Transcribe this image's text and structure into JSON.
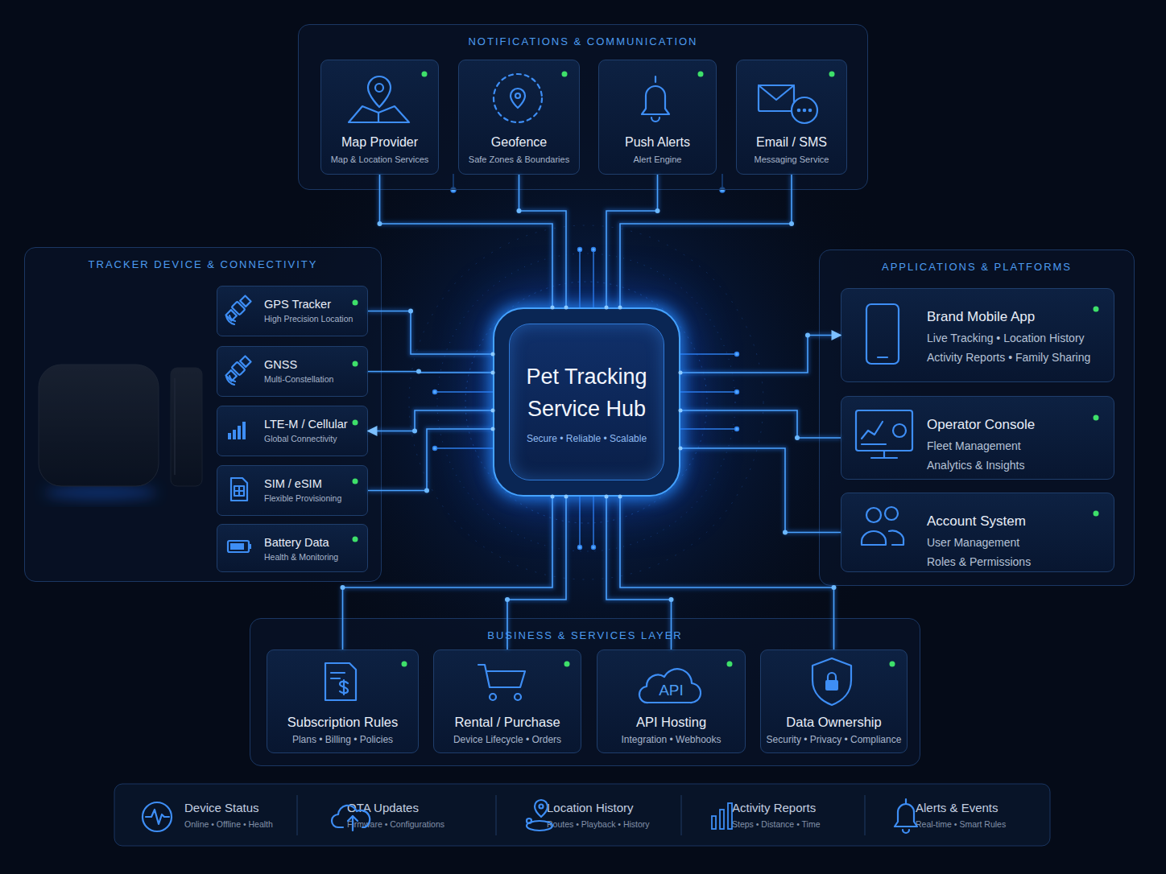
{
  "diagram": {
    "nodes": [
      {
        "text": [
          "NOTIFICATIONS & COMMUNICATION"
        ]
      },
      {
        "text": [
          "Map Provider",
          "Map & Location Services"
        ],
        "in": 0
      },
      {
        "text": [
          "Geofence",
          "Safe Zones & Boundaries"
        ],
        "in": 0
      },
      {
        "text": [
          "Push Alerts",
          "Alert Engine"
        ],
        "in": 0
      },
      {
        "text": [
          "Email / SMS",
          "Messaging Service"
        ],
        "in": 0
      },
      {
        "text": [
          "TRACKER DEVICE & CONNECTIVITY"
        ]
      },
      {
        "text": [
          "GPS Tracker",
          "High Precision Location"
        ],
        "in": 5
      },
      {
        "text": [
          "GNSS",
          "Multi-Constellation"
        ],
        "in": 5
      },
      {
        "text": [
          "LTE-M / Cellular",
          "Global Connectivity"
        ],
        "in": 5
      },
      {
        "text": [
          "SIM / eSIM",
          "Flexible Provisioning"
        ],
        "in": 5
      },
      {
        "text": [
          "Battery Data",
          "Health & Monitoring"
        ],
        "in": 5
      },
      {
        "text": [
          "Pet Tracking Service Hub",
          "Secure • Reliable • Scalable"
        ]
      },
      {
        "text": [
          "APPLICATIONS & PLATFORMS"
        ]
      },
      {
        "text": [
          "Brand Mobile App",
          "Live Tracking • Location History Activity Reports • Family Sharing"
        ],
        "in": 12
      },
      {
        "text": [
          "Operator Console",
          "Fleet Management Analytics & Insights"
        ],
        "in": 12
      },
      {
        "text": [
          "Account System",
          "User Management Roles & Permissions"
        ],
        "in": 12
      },
      {
        "text": [
          "BUSINESS & SERVICES LAYER"
        ]
      },
      {
        "text": [
          "Subscription Rules",
          "Plans • Billing • Policies"
        ],
        "in": 16
      },
      {
        "text": [
          "Rental / Purchase",
          "Device Lifecycle • Orders"
        ],
        "in": 16
      },
      {
        "text": [
          "API",
          "API Hosting",
          "Integration • Webhooks"
        ],
        "in": 16
      },
      {
        "text": [
          "Data Ownership",
          "Security • Privacy • Compliance"
        ],
        "in": 16
      },
      {
        "text": [
          "Device Status",
          "Online • Offline • Health"
        ]
      },
      {
        "text": [
          "OTA Updates",
          "Firmware • Configurations"
        ]
      },
      {
        "text": [
          "Location History",
          "Routes • Playback • History"
        ]
      },
      {
        "text": [
          "Activity Reports",
          "Steps • Distance • Time"
        ]
      },
      {
        "text": [
          "Alerts & Events",
          "Real-time • Smart Rules"
        ]
      }
    ],
    "edges": [
      {
        "from": 1,
        "to": 11,
        "arrow": "none"
      },
      {
        "from": 2,
        "to": 11,
        "arrow": "none"
      },
      {
        "from": 3,
        "to": 11,
        "arrow": "none"
      },
      {
        "from": 4,
        "to": 11,
        "arrow": "none"
      },
      {
        "from": 6,
        "to": 11,
        "arrow": "none"
      },
      {
        "from": 7,
        "to": 11,
        "arrow": "none"
      },
      {
        "from": 11,
        "to": 8,
        "arrow": "to"
      },
      {
        "from": 9,
        "to": 11,
        "arrow": "none"
      },
      {
        "from": 11,
        "to": 13,
        "arrow": "to"
      },
      {
        "from": 11,
        "to": 14,
        "arrow": "none"
      },
      {
        "from": 11,
        "to": 15,
        "arrow": "none"
      },
      {
        "from": 11,
        "to": 17,
        "arrow": "none"
      },
      {
        "from": 11,
        "to": 18,
        "arrow": "none"
      },
      {
        "from": 11,
        "to": 19,
        "arrow": "none"
      },
      {
        "from": 11,
        "to": 20,
        "arrow": "none"
      }
    ]
  }
}
